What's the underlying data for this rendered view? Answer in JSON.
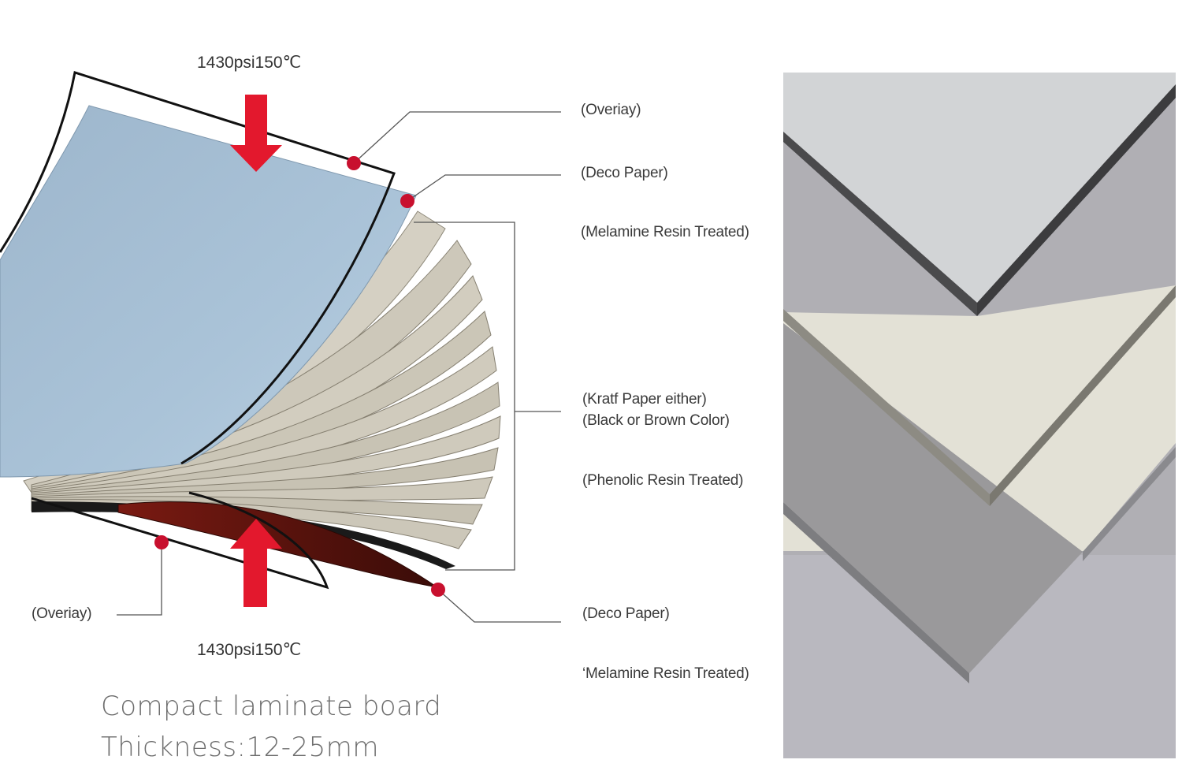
{
  "pressure_top": "1430psi150℃",
  "pressure_bottom": "1430psi150℃",
  "labels": {
    "overlay_top": "(Overiay)",
    "deco_top": "(Deco Paper)",
    "melamine_top": "(Melamine Resin Treated)",
    "kraft_line1": "(Kratf Paper either)",
    "kraft_line2": "(Black or Brown Color)",
    "phenolic": "(Phenolic Resin Treated)",
    "overlay_bottom": "(Overiay)",
    "deco_bottom": "(Deco Paper)",
    "melamine_bottom": "‘Melamine Resin Treated)"
  },
  "caption": {
    "line1": "Compact laminate board",
    "line2": "Thickness:12-25mm"
  },
  "colors": {
    "arrow": "#e3182d",
    "dot": "#c8102e",
    "top_sheet": "#a9c1d6",
    "kraft": "#c9c4b6",
    "bottom_deco": "#5a1410"
  }
}
